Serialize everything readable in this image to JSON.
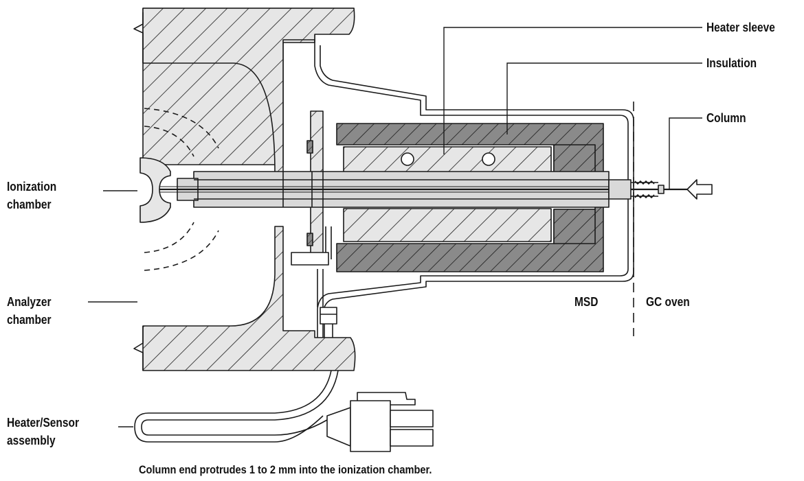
{
  "labels": {
    "heater_sleeve": "Heater sleeve",
    "insulation": "Insulation",
    "column": "Column",
    "ionization_line1": "Ionization",
    "ionization_line2": "chamber",
    "analyzer_line1": "Analyzer",
    "analyzer_line2": "chamber",
    "msd": "MSD",
    "gc_oven": "GC oven",
    "heater_sensor_line1": "Heater/Sensor",
    "heater_sensor_line2": "assembly"
  },
  "caption": "Column end protrudes 1 to 2 mm into the ionization chamber.",
  "colors": {
    "line": "#1a1a1a",
    "hatch_light": "#e6e6e6",
    "hatch_dark": "#8a8a8a",
    "tube_fill": "#d9d9d9",
    "background": "#ffffff"
  }
}
